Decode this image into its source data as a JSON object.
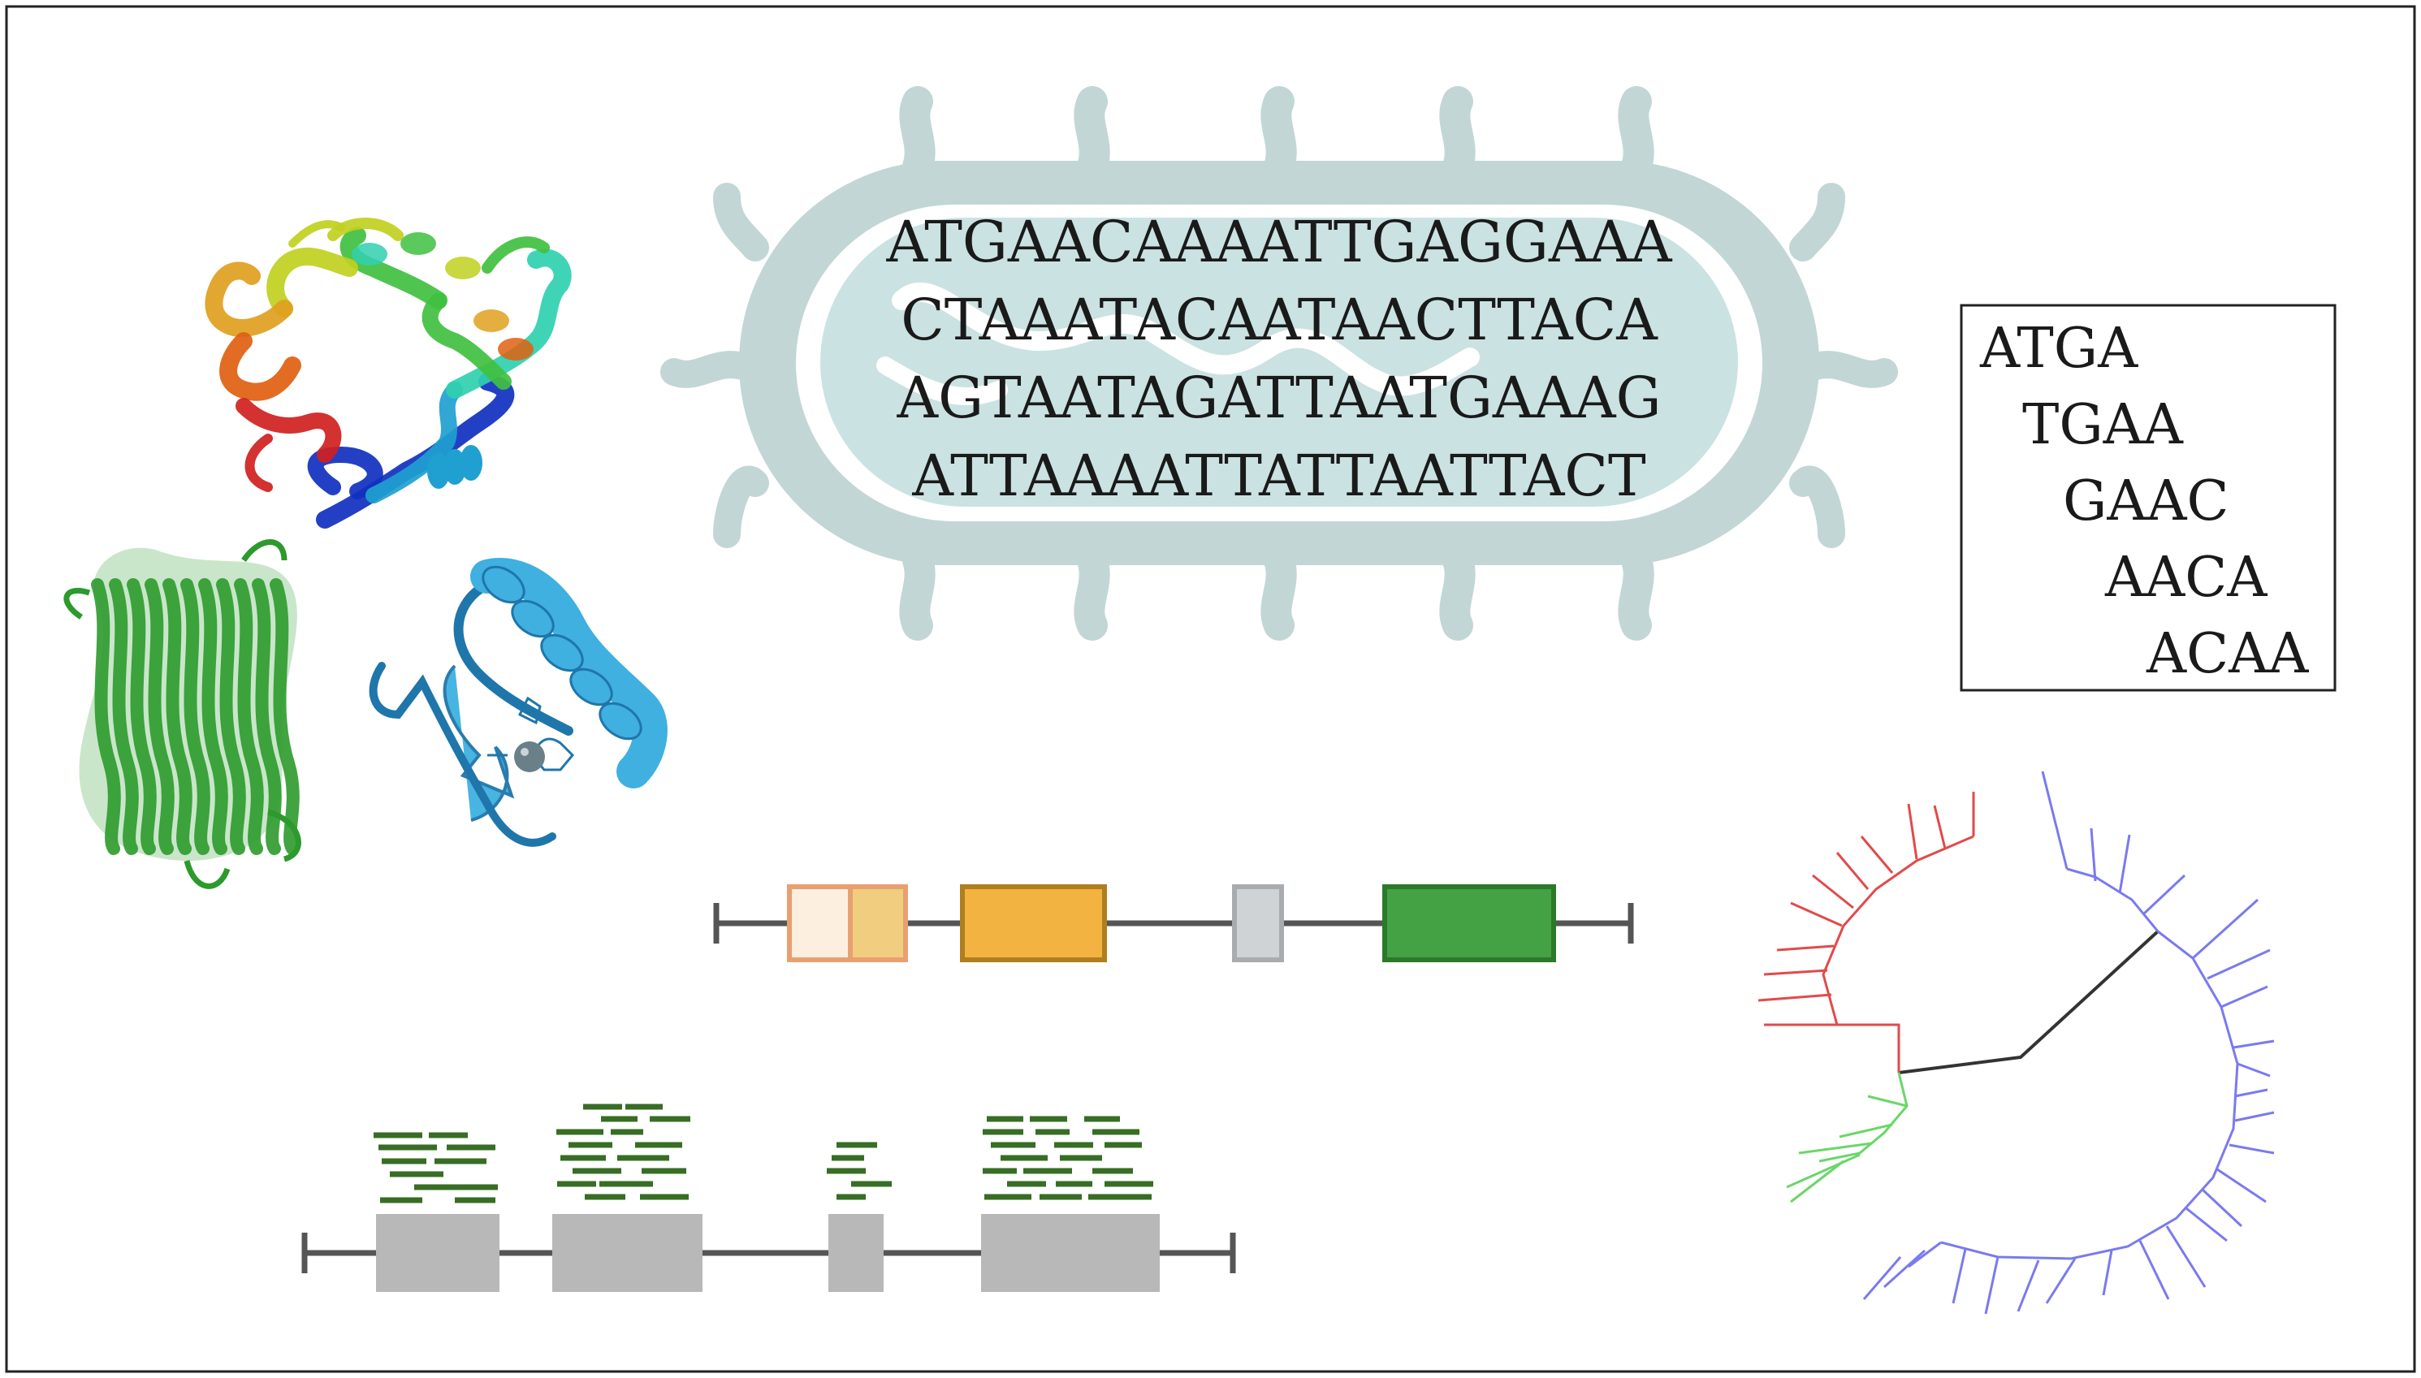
{
  "bacterium": {
    "body_color": "#c2d6d6",
    "inner_color": "#cbe2e2",
    "sequence_lines": [
      "ATGAACAAAATTGAGGAAA",
      "CTAAATACAATAACTTACA",
      "AGTAATAGATTAATGAAAG",
      "ATTAAAATTATTAATTACT"
    ]
  },
  "kmers": {
    "items": [
      "ATGA",
      "TGAA",
      "GAAC",
      "AACA",
      "ACAA"
    ]
  },
  "gene_model": {
    "exons": [
      {
        "kind": "utr-light",
        "fill": "#fdefe0",
        "stroke": "#e8a070"
      },
      {
        "kind": "utr-dark",
        "fill": "#f0cd7f",
        "stroke": "#e8a070"
      },
      {
        "kind": "cds-orange",
        "fill": "#f2b341",
        "stroke": "#b07e1e"
      },
      {
        "kind": "cds-grey",
        "fill": "#d0d3d6",
        "stroke": "#a9acaf"
      },
      {
        "kind": "cds-green",
        "fill": "#44a244",
        "stroke": "#2a7a2a"
      }
    ],
    "line_color": "#555555"
  },
  "read_coverage": {
    "exon_color": "#b8b8b8",
    "read_color": "#376d24"
  },
  "phylogeny": {
    "clade_colors": [
      "#e24a4a",
      "#6ad66a",
      "#7a7af0"
    ],
    "root_color": "#333333"
  },
  "proteins": {
    "rainbow_colors": [
      "#1030c0",
      "#20a0d0",
      "#30d0b0",
      "#40c040",
      "#c0d020",
      "#e0a020",
      "#e06010",
      "#d02020"
    ],
    "barrel_color": "#2c9a2c",
    "zinc_finger_color": "#3fb0e0",
    "zinc_ion_color": "#6a8088"
  }
}
